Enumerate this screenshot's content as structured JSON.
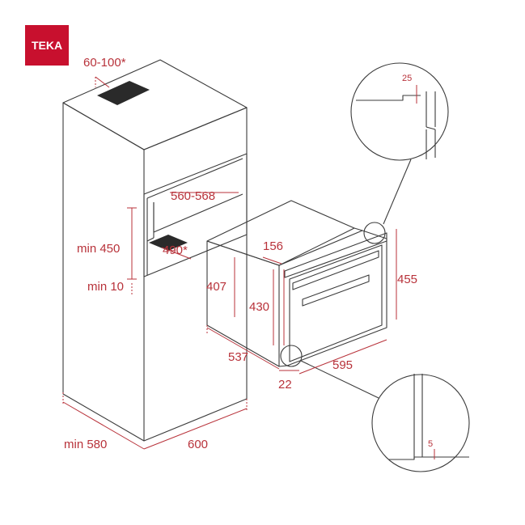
{
  "brand": {
    "logo_text": "TEKA",
    "accent_color": "#c8102e"
  },
  "dimension_color": "#b8323a",
  "outline_color": "#3b3b3b",
  "labels": {
    "vent_range": "60-100*",
    "cavity_width": "560-568",
    "cavity_min_height": "min 450",
    "min_gap": "min 10",
    "vent_depth": "490*",
    "cabinet_min_depth": "min 580",
    "cabinet_width": "600",
    "oven_offset": "156",
    "oven_body_height": "407",
    "oven_inner_height": "430",
    "oven_height": "455",
    "oven_depth": "537",
    "oven_front_gap": "22",
    "oven_width": "595",
    "detail_top": "25",
    "detail_bottom": "5"
  }
}
